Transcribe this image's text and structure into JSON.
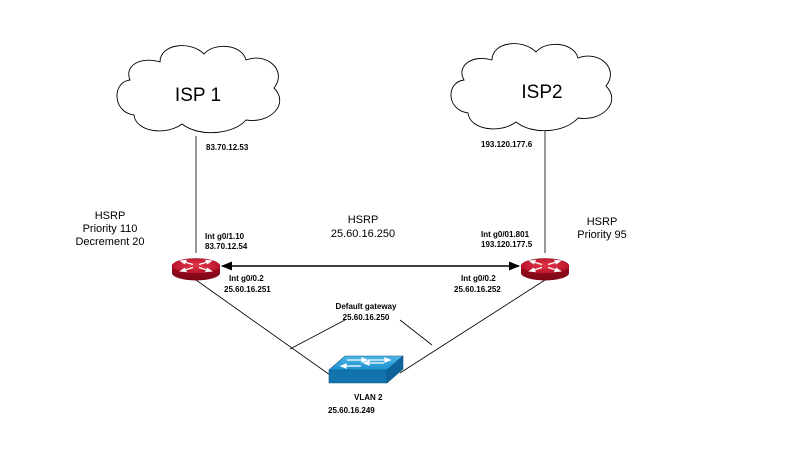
{
  "colors": {
    "router_red": "#c8102e",
    "switch_blue": "#1a8fd0",
    "cloud_stroke": "#000000",
    "background": "#ffffff"
  },
  "isp1": {
    "name": "ISP 1",
    "ip": "83.70.12.53"
  },
  "isp2": {
    "name": "ISP2",
    "ip": "193.120.177.6"
  },
  "router1": {
    "icon": "router-icon",
    "hsrp_lines": [
      "HSRP",
      "Priority 110",
      "Decrement 20"
    ],
    "wan_iface": "Int g0/1.10",
    "wan_ip": "83.70.12.54",
    "lan_iface": "Int g0/0.2",
    "lan_ip": "25.60.16.251"
  },
  "router2": {
    "icon": "router-icon",
    "hsrp_lines": [
      "HSRP",
      "Priority 95"
    ],
    "wan_iface": "Int g0/01.801",
    "wan_ip": "193.120.177.5",
    "lan_iface": "Int g0/0.2",
    "lan_ip": "25.60.16.252"
  },
  "hsrp_link": {
    "title": "HSRP",
    "virtual_ip": "25.60.16.250"
  },
  "gateway": {
    "title": "Default gateway",
    "ip": "25.60.16.250"
  },
  "switch": {
    "icon": "switch-icon",
    "vlan": "VLAN 2",
    "ip": "25.60.16.249"
  }
}
